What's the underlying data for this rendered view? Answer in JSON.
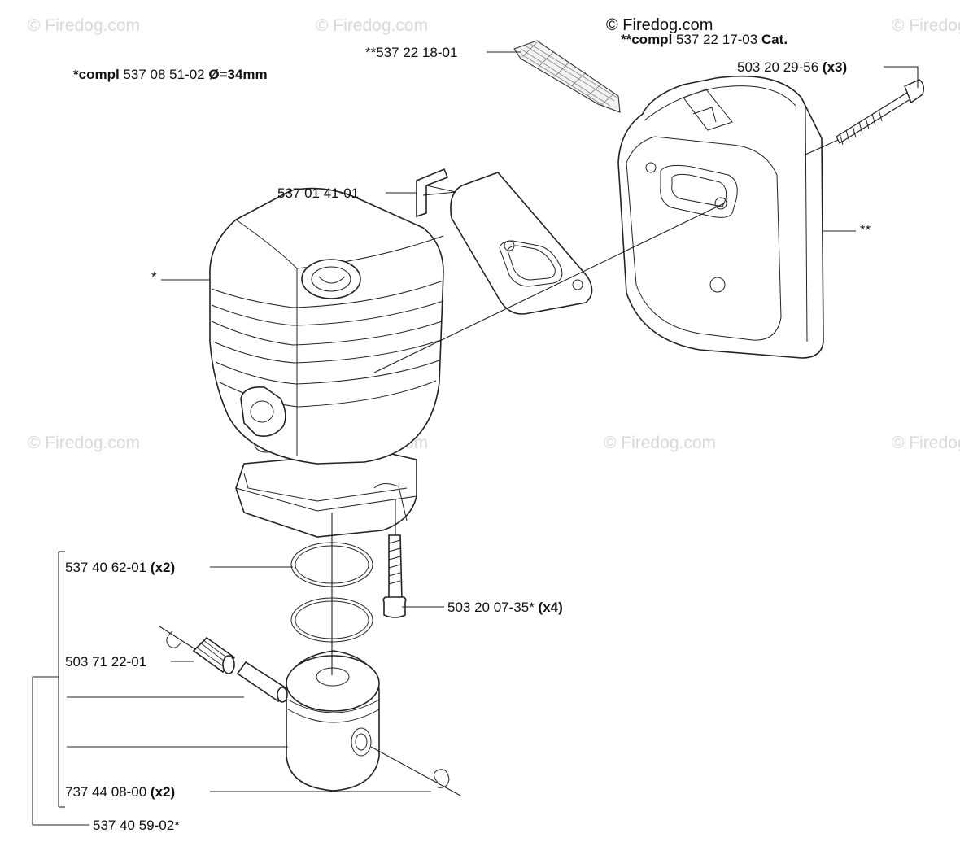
{
  "copyright": "© Firedog.com",
  "watermark": "© Firedog.com",
  "assemblies": {
    "cylinder": {
      "bold": "*compl",
      "number": " 537 08 51-02 ",
      "dia": "Ø=34mm"
    },
    "muffler": {
      "bold": "**compl",
      "number": " 537 22 17-03 ",
      "suffix": "Cat."
    }
  },
  "callouts": {
    "screen": "**537 22 18-01",
    "muffler_bolt": {
      "number": "503 20 29-56 ",
      "qty": "(x3)"
    },
    "bracket": "537 01 41-01",
    "cylinder_mark": "*",
    "muffler_mark": "**",
    "piston_ring": {
      "number": "537 40 62-01 ",
      "qty": "(x2)"
    },
    "cylinder_bolt": {
      "number": "503 20 07-35* ",
      "qty": "(x4)"
    },
    "needle_bearing": "503 71 22-01",
    "circlip": {
      "number": "737 44 08-00 ",
      "qty": "(x2)"
    },
    "piston": "537 40 59-02*"
  }
}
